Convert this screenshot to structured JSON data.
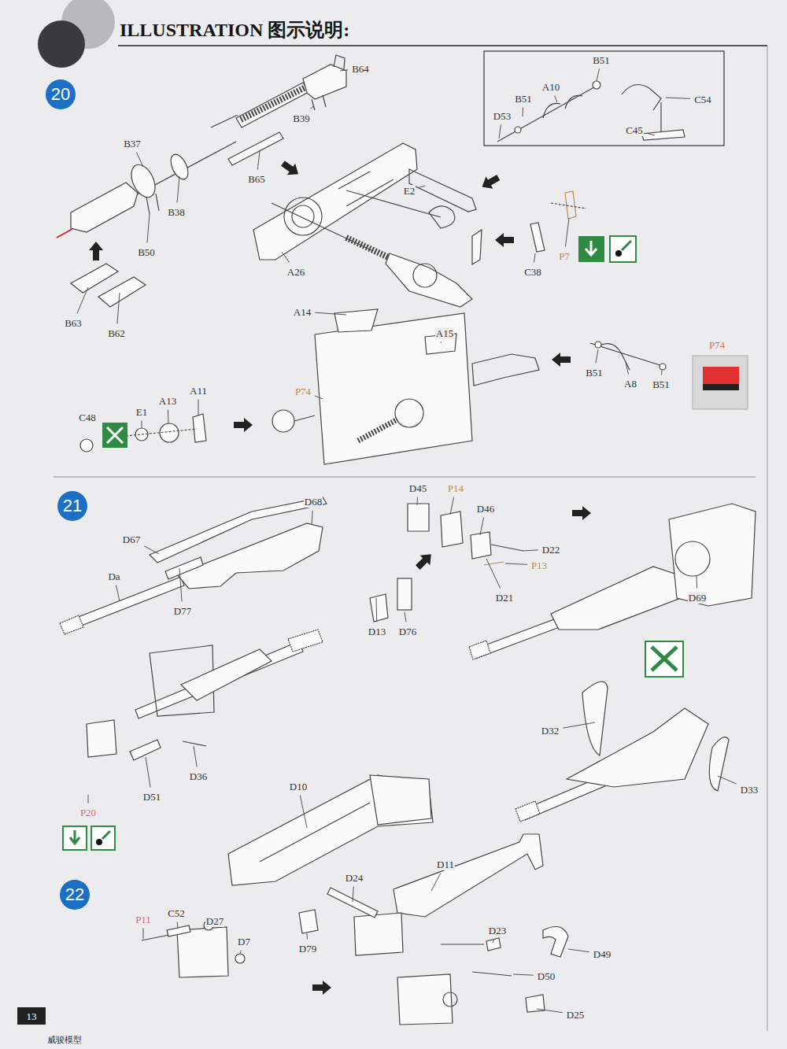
{
  "diagram": {
    "title": "ILLUSTRATION 图示说明:",
    "nodes": [
      {
        "text": [
          "20"
        ]
      },
      {
        "text": [
          "21"
        ]
      },
      {
        "text": [
          "22"
        ]
      }
    ],
    "labels": [
      "B64",
      "B39",
      "B37",
      "B65",
      "B38",
      "B50",
      "B63",
      "B62",
      "A26",
      "E2",
      "B51",
      "A10",
      "B51",
      "D53",
      "C54",
      "C45",
      "P7",
      "C38",
      "A14",
      "A15",
      "P74",
      "P74",
      "B51",
      "A8",
      "B51",
      "C48",
      "E1",
      "A13",
      "A11",
      "D68",
      "D67",
      "Da",
      "D77",
      "D45",
      "P14",
      "D46",
      "D22",
      "P13",
      "D21",
      "D13",
      "D76",
      "D69",
      "D32",
      "D33",
      "D36",
      "D51",
      "P20",
      "D10",
      "D24",
      "D11",
      "P11",
      "C52",
      "D27",
      "D7",
      "D79",
      "D23",
      "D49",
      "D50",
      "D25",
      "13",
      "威骏模型"
    ]
  }
}
